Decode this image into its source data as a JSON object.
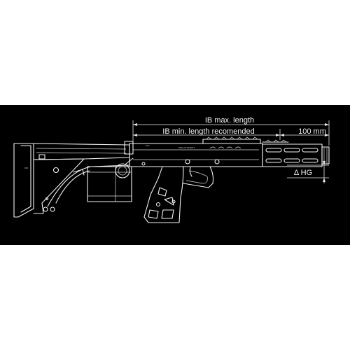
{
  "colors": {
    "background": "#000000",
    "page": "#ffffff",
    "line": "#f2f2f2"
  },
  "dimensions": {
    "ib_max": "IB max. length",
    "ib_min": "IB min. length recomended",
    "extension": "100 mm",
    "hg": "Δ HG"
  }
}
